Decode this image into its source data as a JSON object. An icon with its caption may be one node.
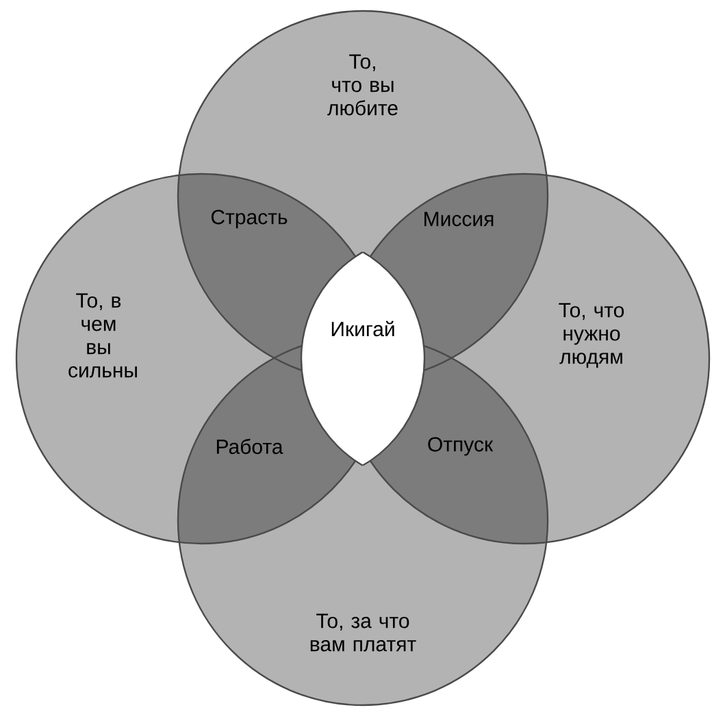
{
  "diagram": {
    "nodes": [
      {
        "text": [
          "То, что вы любите"
        ]
      },
      {
        "text": [
          "То, в чем вы сильны"
        ]
      },
      {
        "text": [
          "То, что нужно людям"
        ]
      },
      {
        "text": [
          "То, за что вам платят"
        ]
      }
    ],
    "labels": [
      "Страсть",
      "Миссия",
      "Икигай",
      "Работа",
      "Отпуск"
    ]
  }
}
